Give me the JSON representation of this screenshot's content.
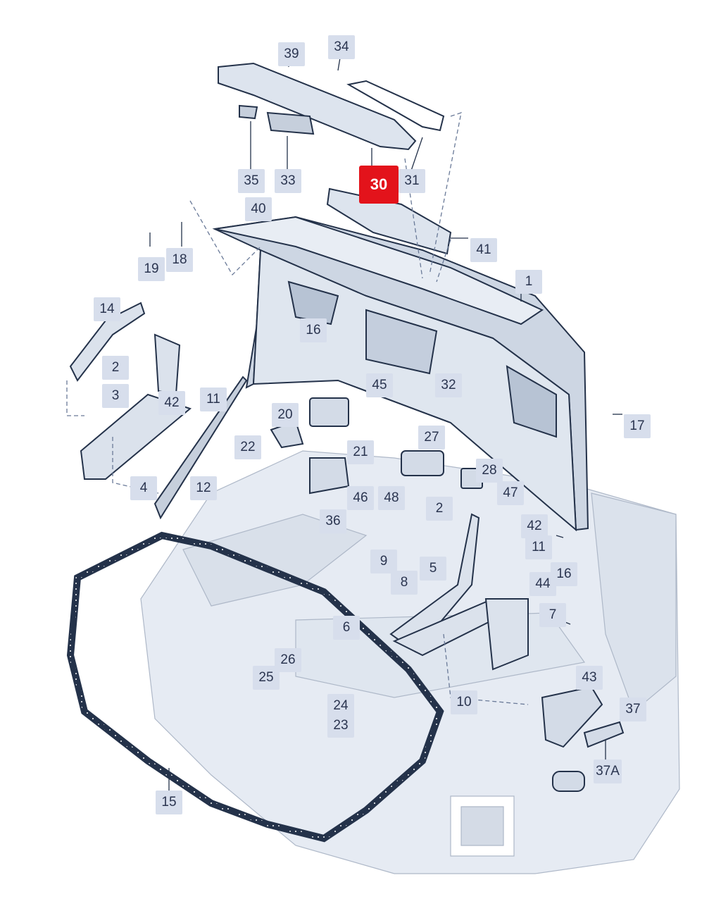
{
  "highlight": {
    "part": "30",
    "color": "#e3131b"
  },
  "colors": {
    "label_bg": "#d7deec",
    "label_text": "#2b3550",
    "part_fill": "#dde4ee",
    "outline": "#24324a"
  },
  "labels": [
    "39",
    "34",
    "35",
    "33",
    "31",
    "40",
    "41",
    "18",
    "19",
    "1",
    "16",
    "14",
    "2",
    "3",
    "42",
    "11",
    "20",
    "45",
    "32",
    "17",
    "22",
    "21",
    "27",
    "28",
    "12",
    "4",
    "46",
    "48",
    "47",
    "36",
    "2",
    "42",
    "11",
    "9",
    "5",
    "8",
    "16",
    "44",
    "6",
    "7",
    "26",
    "25",
    "24",
    "23",
    "10",
    "43",
    "37",
    "37A",
    "15"
  ]
}
